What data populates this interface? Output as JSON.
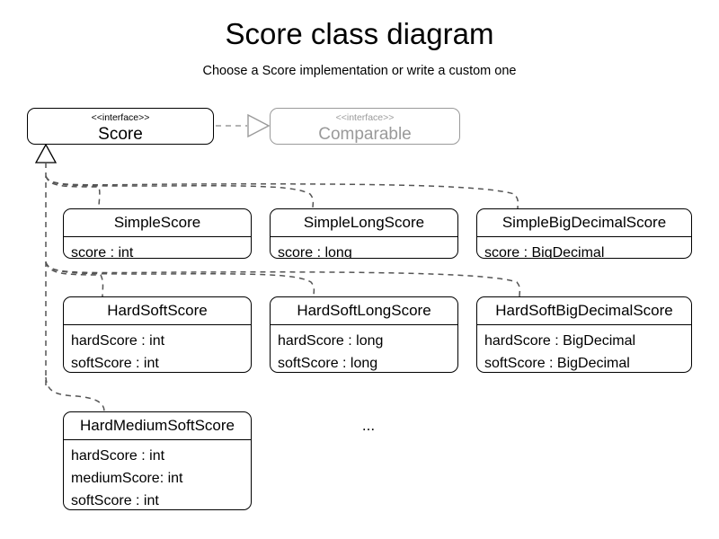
{
  "header": {
    "title": "Score class diagram",
    "subtitle": "Choose a Score implementation or write a custom one"
  },
  "interfaces": [
    {
      "id": "score",
      "stereotype": "<<interface>>",
      "name": "Score",
      "color": "#000000"
    },
    {
      "id": "comparable",
      "stereotype": "<<interface>>",
      "name": "Comparable",
      "color": "#9a9a9a"
    }
  ],
  "classes": [
    {
      "id": "simple-score",
      "name": "SimpleScore",
      "attributes": [
        "score : int"
      ]
    },
    {
      "id": "simple-long-score",
      "name": "SimpleLongScore",
      "attributes": [
        "score : long"
      ]
    },
    {
      "id": "simple-big-decimal-score",
      "name": "SimpleBigDecimalScore",
      "attributes": [
        "score : BigDecimal"
      ]
    },
    {
      "id": "hard-soft-score",
      "name": "HardSoftScore",
      "attributes": [
        "hardScore : int",
        "softScore : int"
      ]
    },
    {
      "id": "hard-soft-long-score",
      "name": "HardSoftLongScore",
      "attributes": [
        "hardScore : long",
        "softScore : long"
      ]
    },
    {
      "id": "hard-soft-big-decimal-score",
      "name": "HardSoftBigDecimalScore",
      "attributes": [
        "hardScore : BigDecimal",
        "softScore : BigDecimal"
      ]
    },
    {
      "id": "hard-medium-soft-score",
      "name": "HardMediumSoftScore",
      "attributes": [
        "hardScore : int",
        "mediumScore: int",
        "softScore : int"
      ]
    }
  ],
  "notes": {
    "more": "..."
  },
  "relationships": {
    "score_realizes_comparable": {
      "kind": "realization",
      "from": "Score",
      "to": "Comparable",
      "line": "dashed",
      "arrowhead": "hollow-triangle",
      "color": "#9a9a9a"
    },
    "implementations": {
      "kind": "realization",
      "to": "Score",
      "line": "dashed",
      "arrowhead": "hollow-triangle",
      "color": "#555555",
      "from": [
        "SimpleScore",
        "SimpleLongScore",
        "SimpleBigDecimalScore",
        "HardSoftScore",
        "HardSoftLongScore",
        "HardSoftBigDecimalScore",
        "HardMediumSoftScore"
      ]
    }
  },
  "colors": {
    "background": "#ffffff",
    "stroke": "#000000",
    "muted": "#9a9a9a",
    "connector": "#555555"
  }
}
